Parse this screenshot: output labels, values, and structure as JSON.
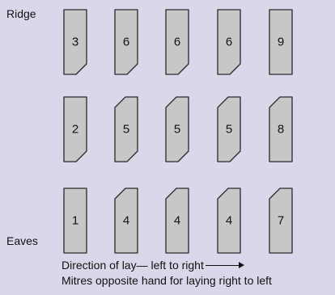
{
  "labels": {
    "ridge": "Ridge",
    "eaves": "Eaves"
  },
  "caption": {
    "line1": "Direction of lay— left to right",
    "line2": "Mitres opposite hand for laying right to left"
  },
  "colors": {
    "background": "#d9d8ea",
    "tile_fill": "#c7c7c7",
    "tile_stroke": "#2a2a2a"
  },
  "rows": [
    {
      "row": "top",
      "tiles": [
        {
          "number": "3",
          "cut": "bottom-right"
        },
        {
          "number": "6",
          "cut": "bottom-right"
        },
        {
          "number": "6",
          "cut": "bottom-right"
        },
        {
          "number": "6",
          "cut": "bottom-right"
        },
        {
          "number": "9",
          "cut": "none"
        }
      ]
    },
    {
      "row": "middle",
      "tiles": [
        {
          "number": "2",
          "cut": "bottom-right"
        },
        {
          "number": "5",
          "cut": "top-left,bottom-right"
        },
        {
          "number": "5",
          "cut": "top-left,bottom-right"
        },
        {
          "number": "5",
          "cut": "top-left,bottom-right"
        },
        {
          "number": "8",
          "cut": "top-left"
        }
      ]
    },
    {
      "row": "bottom",
      "tiles": [
        {
          "number": "1",
          "cut": "none"
        },
        {
          "number": "4",
          "cut": "top-left"
        },
        {
          "number": "4",
          "cut": "top-left"
        },
        {
          "number": "4",
          "cut": "top-left"
        },
        {
          "number": "7",
          "cut": "top-left"
        }
      ]
    }
  ]
}
